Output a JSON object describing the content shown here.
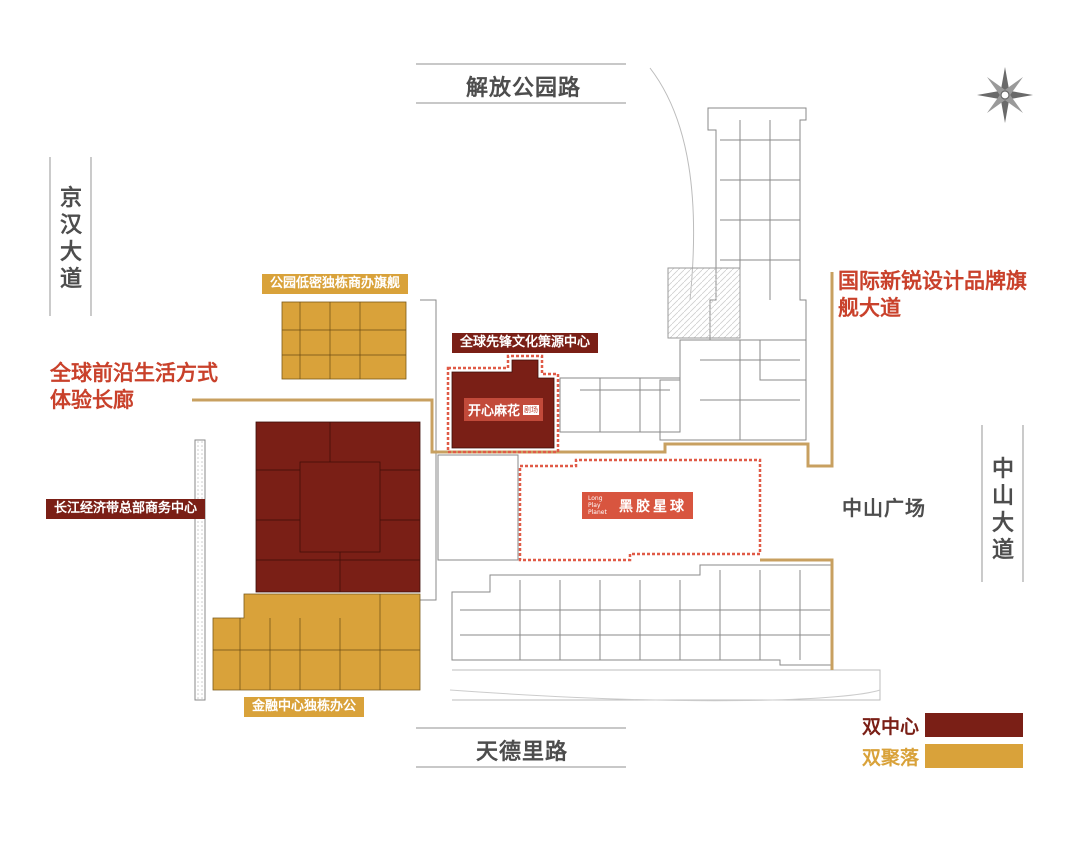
{
  "roads": {
    "north": "解放公园路",
    "west": "京汉大道",
    "south": "天德里路",
    "east": "中山大道",
    "plaza": "中山广场"
  },
  "tags": {
    "park_office": "公园低密独栋商办旗舰",
    "culture_center": "全球先锋文化策源中心",
    "yangtze_hq": "长江经济带总部商务中心",
    "finance_office": "金融中心独栋办公"
  },
  "slogans": {
    "lifestyle": "全球前沿生活方式体验长廊",
    "design": "国际新锐设计品牌旗舰大道"
  },
  "stores": {
    "kaixin_name": "开心麻花",
    "kaixin_badge": "剧场",
    "heiyao_name": "黑胶星球",
    "heiyao_sub": "Long Play Planet"
  },
  "legend": [
    {
      "label": "双中心",
      "color": "#7a1f16"
    },
    {
      "label": "双聚落",
      "color": "#d9a23a"
    }
  ],
  "colors": {
    "center": "#7a1f16",
    "cluster": "#d9a23a",
    "accent": "#c9412b",
    "corridor": "#c8a060",
    "road": "#4d4d4d"
  },
  "icons": [
    "compass-rose-icon"
  ]
}
